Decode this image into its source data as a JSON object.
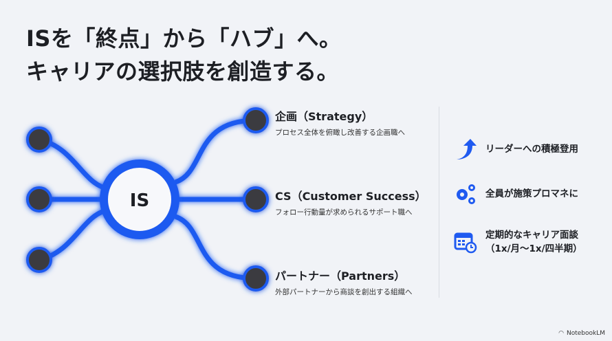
{
  "title": {
    "line1": "ISを「終点」から「ハブ」へ。",
    "line2": "キャリアの選択肢を創造する。"
  },
  "hub": {
    "label": "IS"
  },
  "branches": [
    {
      "heading": "企画（Strategy）",
      "sub": "プロセス全体を俯瞰し改善する企画職へ"
    },
    {
      "heading": "CS（Customer Success）",
      "sub": "フォロー行動量が求められるサポート職へ"
    },
    {
      "heading": "パートナー（Partners）",
      "sub": "外部パートナーから商談を創出する組織へ"
    }
  ],
  "features": [
    {
      "icon": "arrow-up-icon",
      "line1": "リーダーへの積極登用",
      "line2": ""
    },
    {
      "icon": "gears-icon",
      "line1": "全員が施策プロマネに",
      "line2": ""
    },
    {
      "icon": "calendar-clock-icon",
      "line1": "定期的なキャリア面談",
      "line2": "（1x/月〜1x/四半期）"
    }
  ],
  "footer": {
    "brand": "NotebookLM"
  },
  "colors": {
    "accent": "#1f5af0",
    "node": "#3a3b3f",
    "bg": "#f1f3f7"
  }
}
